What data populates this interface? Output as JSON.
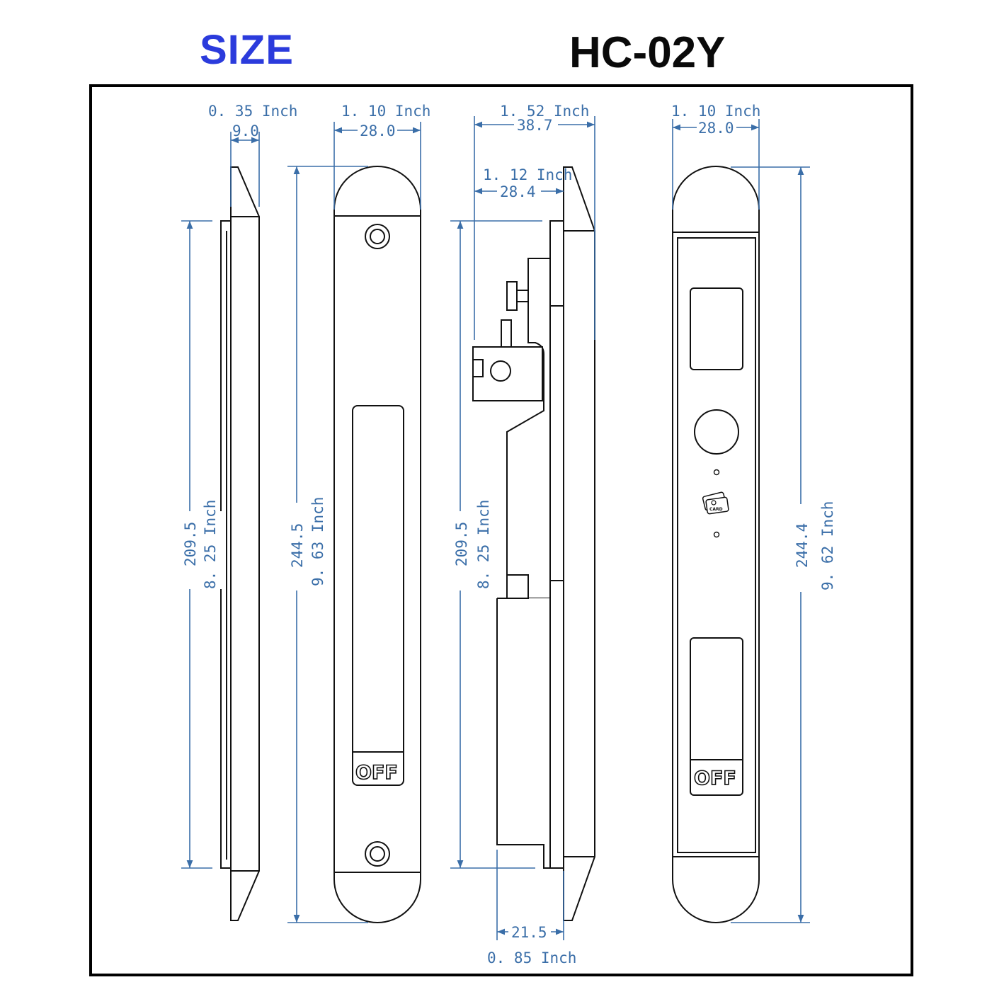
{
  "header": {
    "title_left": "SIZE",
    "title_right": "HC-02Y"
  },
  "colors": {
    "title_left": "#2b3bdc",
    "dimension": "#3a6ea8",
    "outline": "#111111",
    "frame": "#000000"
  },
  "views": {
    "side_thin": {
      "width_inch": "0. 35  Inch",
      "width_mm": "9.0",
      "height_mm": "209.5",
      "height_inch": "8. 25  Inch"
    },
    "front_plate": {
      "width_inch": "1. 10  Inch",
      "width_mm": "28.0",
      "height_mm": "244.5",
      "height_inch": "9. 63  Inch",
      "off_label": "OFF"
    },
    "side_body": {
      "depth_inch": "1. 52  Inch",
      "depth_mm": "38.7",
      "inner_inch": "1. 12  Inch",
      "inner_mm": "28.4",
      "height_mm": "209.5",
      "height_inch": "8. 25  Inch",
      "bottom_mm": "21.5",
      "bottom_inch": "0. 85  Inch"
    },
    "front_panel": {
      "width_inch": "1. 10  Inch",
      "width_mm": "28.0",
      "height_mm": "244.4",
      "height_inch": "9. 62  Inch",
      "off_label": "OFF",
      "card_label": "CARD"
    }
  }
}
